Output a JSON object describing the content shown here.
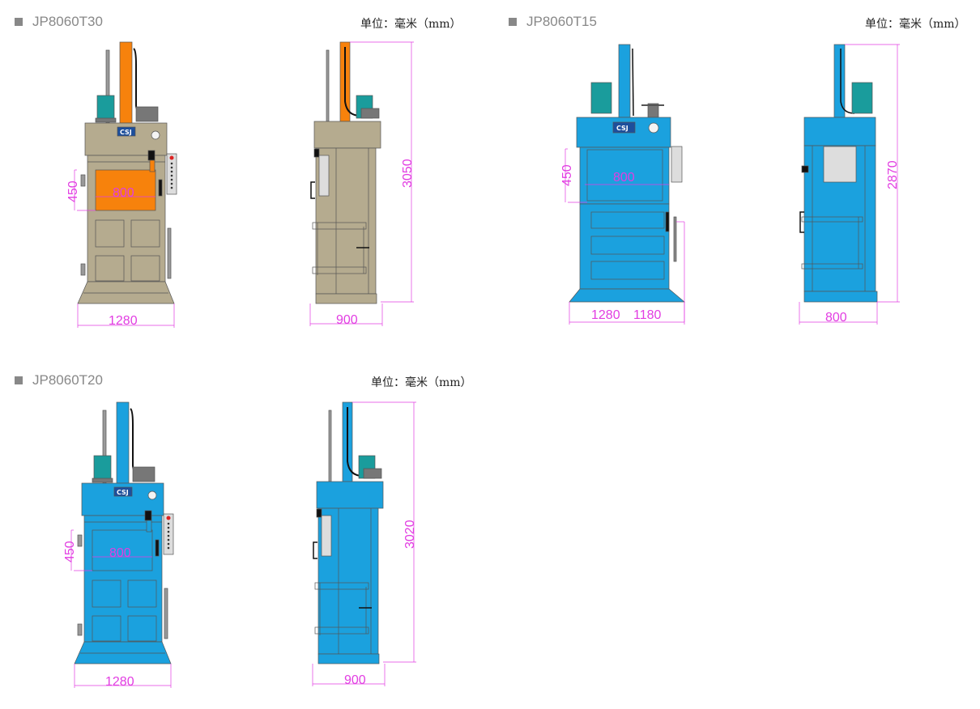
{
  "sections": [
    {
      "model": "JP8060T30",
      "unit": "单位：毫米（mm）",
      "front": {
        "width": "1280",
        "door_height": "450",
        "door_width": "800"
      },
      "side": {
        "depth": "900",
        "height": "3050"
      }
    },
    {
      "model": "JP8060T15",
      "unit": "单位：毫米（mm）",
      "front": {
        "width": "1280",
        "width_overlap": "1180",
        "door_height": "450",
        "door_width": "800"
      },
      "side": {
        "depth": "800",
        "height": "2870"
      }
    },
    {
      "model": "JP8060T20",
      "unit": "单位：毫米（mm）",
      "front": {
        "width": "1280",
        "door_height": "450",
        "door_width": "800"
      },
      "side": {
        "depth": "900",
        "height": "3020"
      }
    }
  ],
  "logo_text": "CSJ",
  "colors": {
    "tan": "#b5ab8f",
    "orange": "#f7820c",
    "blue": "#1ba1de",
    "motor": "#1a9c9c",
    "dimension": "#e23de2"
  }
}
